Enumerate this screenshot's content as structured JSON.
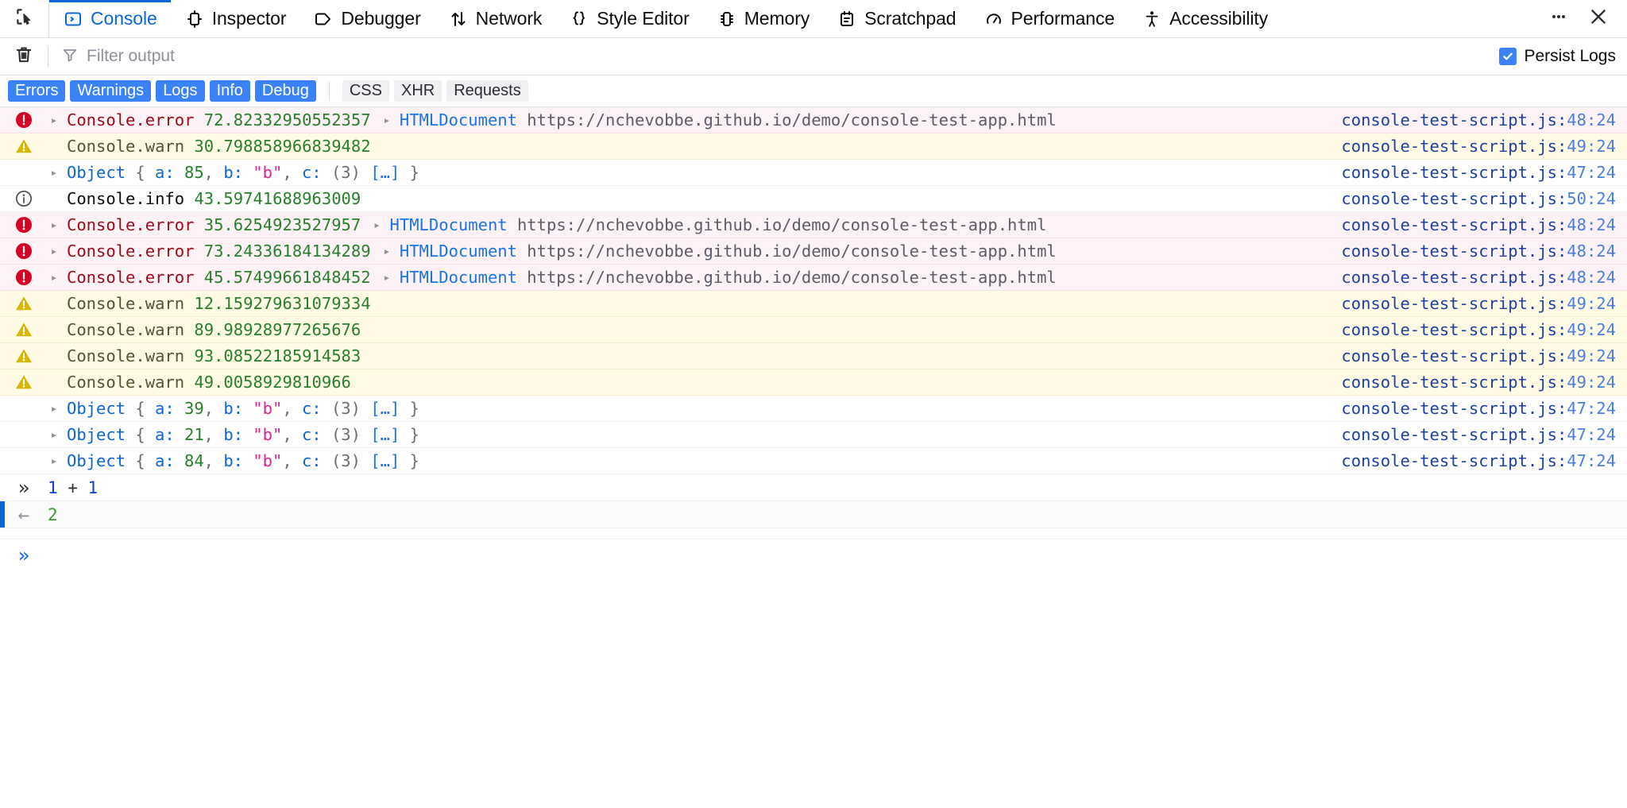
{
  "toolbar": {
    "picker_icon": "element-picker-icon",
    "tabs": [
      {
        "label": "Console",
        "icon": "console-icon",
        "active": true
      },
      {
        "label": "Inspector",
        "icon": "inspector-icon",
        "active": false
      },
      {
        "label": "Debugger",
        "icon": "debugger-icon",
        "active": false
      },
      {
        "label": "Network",
        "icon": "network-icon",
        "active": false
      },
      {
        "label": "Style Editor",
        "icon": "style-editor-icon",
        "active": false
      },
      {
        "label": "Memory",
        "icon": "memory-icon",
        "active": false
      },
      {
        "label": "Scratchpad",
        "icon": "scratchpad-icon",
        "active": false
      },
      {
        "label": "Performance",
        "icon": "performance-icon",
        "active": false
      },
      {
        "label": "Accessibility",
        "icon": "accessibility-icon",
        "active": false
      }
    ],
    "meatball_icon": "more-options-icon",
    "close_icon": "close-icon",
    "accent_color": "#0a66d6"
  },
  "filterbar": {
    "clear_icon": "trash-icon",
    "filter_icon": "filter-icon",
    "filter_value": "",
    "filter_placeholder": "Filter output",
    "persist_label": "Persist Logs",
    "persist_checked": true,
    "checkbox_color": "#3b82f6"
  },
  "severity_filters": {
    "primary": [
      {
        "label": "Errors",
        "active": true
      },
      {
        "label": "Warnings",
        "active": true
      },
      {
        "label": "Logs",
        "active": true
      },
      {
        "label": "Info",
        "active": true
      },
      {
        "label": "Debug",
        "active": true
      }
    ],
    "secondary": [
      {
        "label": "CSS",
        "active": false
      },
      {
        "label": "XHR",
        "active": false
      },
      {
        "label": "Requests",
        "active": false
      }
    ]
  },
  "console": {
    "url": "https://nchevobbe.github.io/demo/console-test-app.html",
    "node_label": "HTMLDocument",
    "rows": [
      {
        "type": "error",
        "icon": "error-icon",
        "twisty": true,
        "method": "Console.error",
        "value": "72.82332950552357",
        "has_node": true,
        "source": "console-test-script.js",
        "line": "48:24"
      },
      {
        "type": "warn",
        "icon": "warning-icon",
        "twisty": false,
        "method": "Console.warn",
        "value": "30.798858966839482",
        "has_node": false,
        "source": "console-test-script.js",
        "line": "49:24"
      },
      {
        "type": "log",
        "icon": "",
        "twisty": true,
        "object": {
          "a": "85",
          "b": "\"b\"",
          "c_count": "(3)"
        },
        "source": "console-test-script.js",
        "line": "47:24"
      },
      {
        "type": "info",
        "icon": "info-icon",
        "twisty": false,
        "method": "Console.info",
        "value": "43.59741688963009",
        "has_node": false,
        "source": "console-test-script.js",
        "line": "50:24"
      },
      {
        "type": "error",
        "icon": "error-icon",
        "twisty": true,
        "method": "Console.error",
        "value": "35.6254923527957",
        "has_node": true,
        "source": "console-test-script.js",
        "line": "48:24"
      },
      {
        "type": "error",
        "icon": "error-icon",
        "twisty": true,
        "method": "Console.error",
        "value": "73.24336184134289",
        "has_node": true,
        "source": "console-test-script.js",
        "line": "48:24"
      },
      {
        "type": "error",
        "icon": "error-icon",
        "twisty": true,
        "method": "Console.error",
        "value": "45.57499661848452",
        "has_node": true,
        "source": "console-test-script.js",
        "line": "48:24"
      },
      {
        "type": "warn",
        "icon": "warning-icon",
        "twisty": false,
        "method": "Console.warn",
        "value": "12.159279631079334",
        "has_node": false,
        "source": "console-test-script.js",
        "line": "49:24"
      },
      {
        "type": "warn",
        "icon": "warning-icon",
        "twisty": false,
        "method": "Console.warn",
        "value": "89.98928977265676",
        "has_node": false,
        "source": "console-test-script.js",
        "line": "49:24"
      },
      {
        "type": "warn",
        "icon": "warning-icon",
        "twisty": false,
        "method": "Console.warn",
        "value": "93.08522185914583",
        "has_node": false,
        "source": "console-test-script.js",
        "line": "49:24"
      },
      {
        "type": "warn",
        "icon": "warning-icon",
        "twisty": false,
        "method": "Console.warn",
        "value": "49.0058929810966",
        "has_node": false,
        "source": "console-test-script.js",
        "line": "49:24"
      },
      {
        "type": "log",
        "icon": "",
        "twisty": true,
        "object": {
          "a": "39",
          "b": "\"b\"",
          "c_count": "(3)"
        },
        "source": "console-test-script.js",
        "line": "47:24"
      },
      {
        "type": "log",
        "icon": "",
        "twisty": true,
        "object": {
          "a": "21",
          "b": "\"b\"",
          "c_count": "(3)"
        },
        "source": "console-test-script.js",
        "line": "47:24"
      },
      {
        "type": "log",
        "icon": "",
        "twisty": true,
        "object": {
          "a": "84",
          "b": "\"b\"",
          "c_count": "(3)"
        },
        "source": "console-test-script.js",
        "line": "47:24"
      }
    ],
    "object_label": "Object",
    "brace_open": "{",
    "brace_close": "}",
    "key_a": "a:",
    "key_b": "b:",
    "key_c": "c:",
    "ellipsis_array": "[…]",
    "comma": ","
  },
  "prompt": {
    "input_chevron": "»",
    "input_expression_a": "1",
    "input_operator": "+",
    "input_expression_b": "1",
    "result_arrow": "←",
    "result_value": "2",
    "edit_chevron": "»",
    "edit_value": ""
  }
}
